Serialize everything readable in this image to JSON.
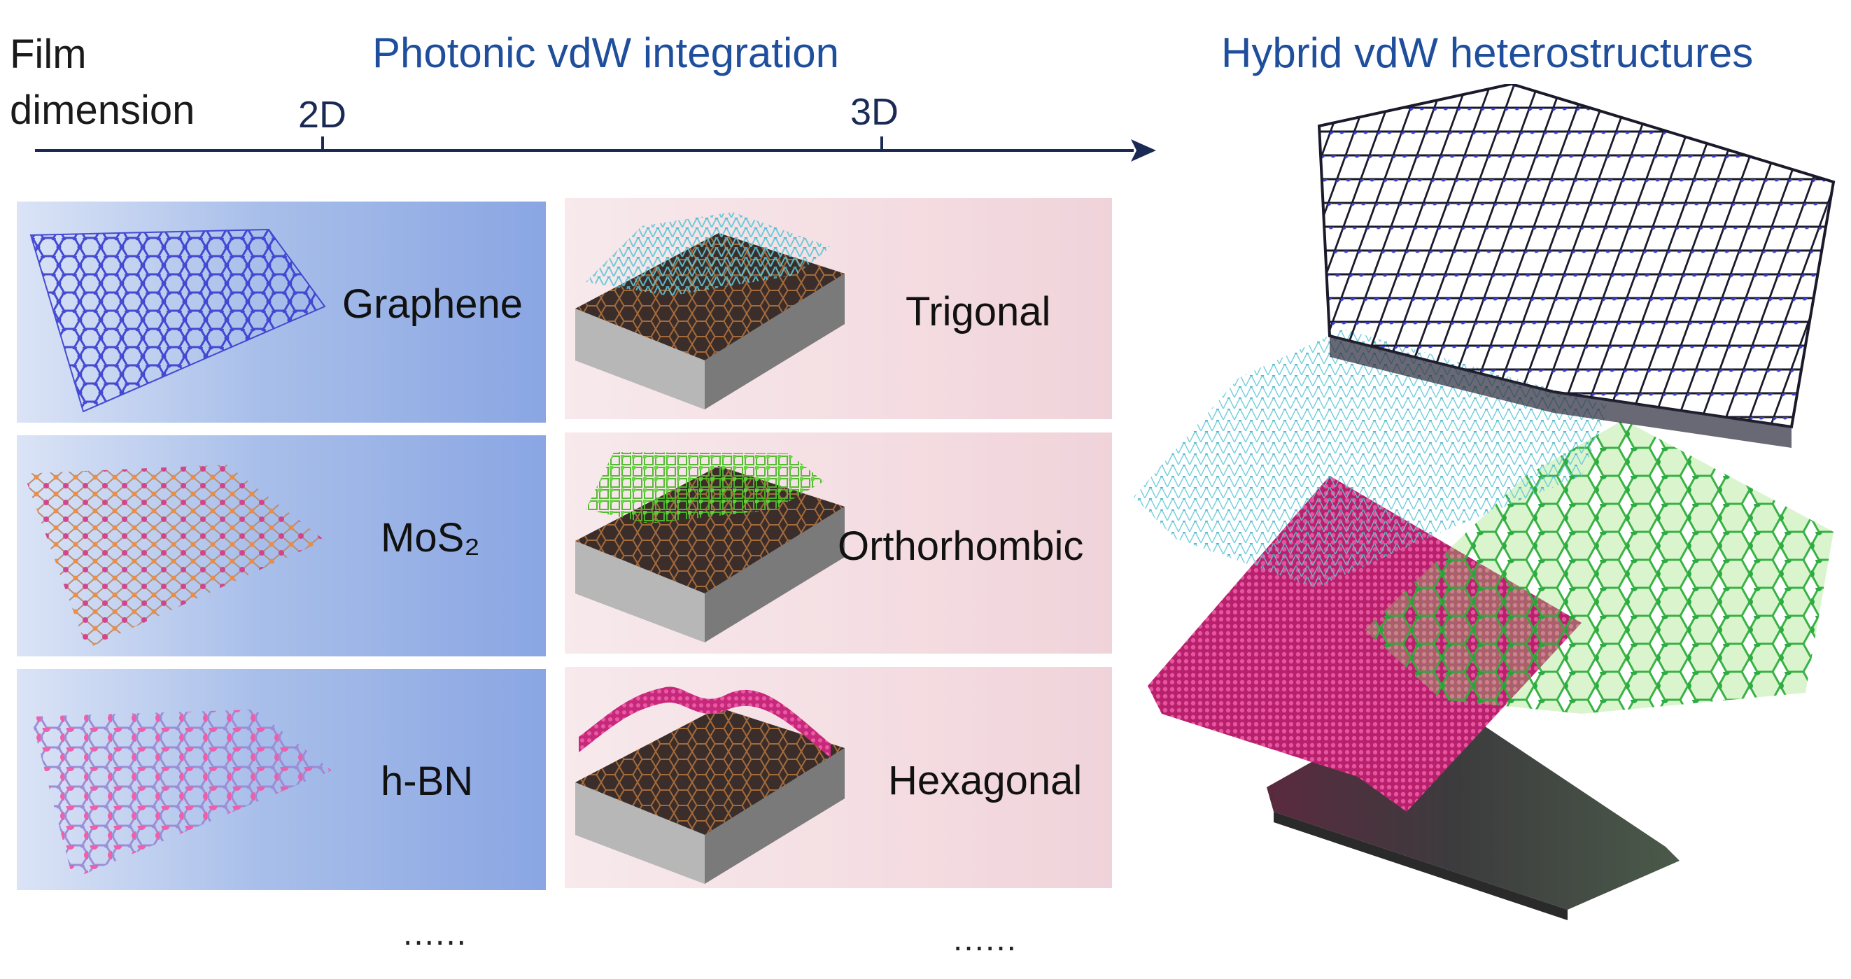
{
  "axis": {
    "label_line1": "Film",
    "label_line2": "dimension",
    "tick_2d": "2D",
    "tick_3d": "3D"
  },
  "titles": {
    "left": "Photonic vdW integration",
    "right": "Hybrid vdW heterostructures"
  },
  "panels_2d": [
    {
      "label": "Graphene"
    },
    {
      "label": "MoS₂"
    },
    {
      "label": "h-BN"
    }
  ],
  "panels_3d": [
    {
      "label": "Trigonal"
    },
    {
      "label": "Orthorhombic"
    },
    {
      "label": "Hexagonal"
    }
  ],
  "more": {
    "col_2d": "......",
    "col_3d": "......"
  },
  "colors": {
    "title_blue": "#1f4e9c",
    "axis": "#1b2a55",
    "graphene": "#3a3fd0",
    "mos2_mo": "#d43c8c",
    "mos2_s": "#f08a3a",
    "hbn_b": "#f05aa8",
    "hbn_n": "#9a8ad6",
    "trigonal": "#5fc8d8",
    "orthorhombic": "#5fd63a",
    "hexagonal": "#c8287a"
  }
}
